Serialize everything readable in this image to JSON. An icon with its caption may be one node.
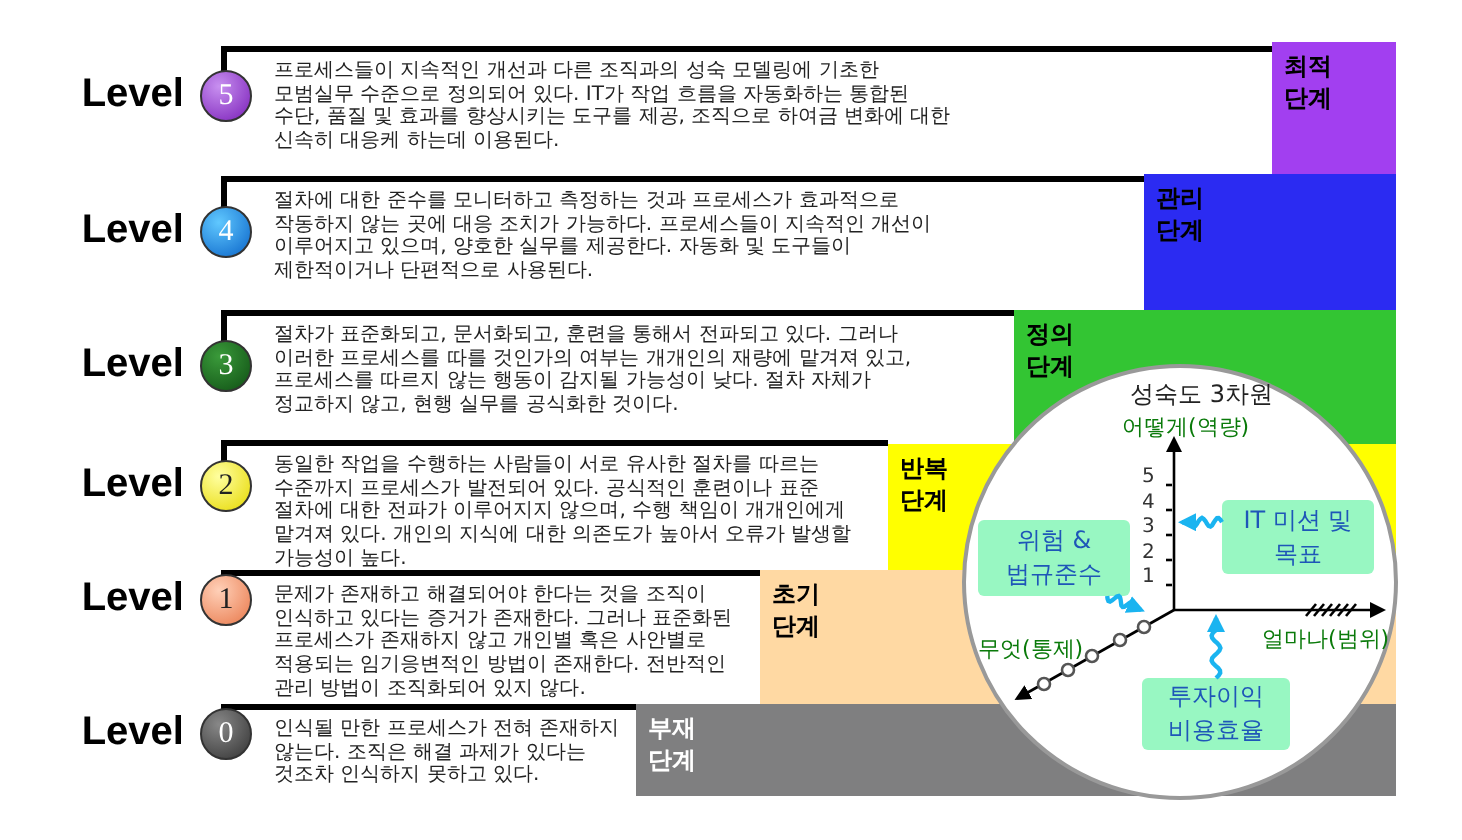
{
  "diagram": {
    "nodes": [
      {
        "text": [
          "5"
        ],
        "beside": [
          "Level"
        ]
      },
      {
        "text": [
          "프로세스들이 지속적인 개선과 다른 조직과의 성숙 모델링에 기초한 모범실무 수준으로 정의되어 있다. IT가 작업 흐름을 자동화하는 통합된 수단, 품질 및 효과를 향상시키는 도구를 제공, 조직으로 하여금 변화에 대한 신속히 대응케 하는데 이용된다."
        ]
      },
      {
        "text": [
          "최적 단계"
        ]
      },
      {
        "text": [
          "4"
        ],
        "beside": [
          "Level"
        ]
      },
      {
        "text": [
          "절차에 대한 준수를 모니터하고 측정하는 것과 프로세스가 효과적으로 작동하지 않는 곳에 대응 조치가 가능하다. 프로세스들이 지속적인 개선이 이루어지고 있으며, 양호한 실무를 제공한다. 자동화 및 도구들이 제한적이거나 단편적으로 사용된다."
        ]
      },
      {
        "text": [
          "관리 단계"
        ]
      },
      {
        "text": [
          "3"
        ],
        "beside": [
          "Level"
        ]
      },
      {
        "text": [
          "절차가 표준화되고, 문서화되고, 훈련을 통해서 전파되고 있다. 그러나 이러한 프로세스를 따를 것인가의 여부는 개개인의 재량에 맡겨져 있고, 프로세스를 따르지 않는 행동이 감지될 가능성이 낮다. 절차 자체가 정교하지 않고, 현행 실무를 공식화한 것이다."
        ]
      },
      {
        "text": [
          "정의 단계"
        ]
      },
      {
        "text": [
          "2"
        ],
        "beside": [
          "Level"
        ]
      },
      {
        "text": [
          "동일한 작업을 수행하는 사람들이 서로 유사한 절차를 따르는 수준까지 프로세스가 발전되어 있다. 공식적인 훈련이나 표준 절차에 대한 전파가 이루어지지 않으며, 수행 책임이 개개인에게 맡겨져 있다. 개인의 지식에 대한 의존도가 높아서 오류가 발생할 가능성이 높다."
        ]
      },
      {
        "text": [
          "반복 단계"
        ]
      },
      {
        "text": [
          "1"
        ],
        "beside": [
          "Level"
        ]
      },
      {
        "text": [
          "문제가 존재하고 해결되어야 한다는 것을 조직이 인식하고 있다는 증거가 존재한다. 그러나 표준화된 프로세스가 존재하지 않고 개인별 혹은 사안별로 적용되는 임기응변적인 방법이 존재한다. 전반적인 관리 방법이 조직화되어 있지 않다."
        ]
      },
      {
        "text": [
          "초기 단계"
        ]
      },
      {
        "text": [
          "0"
        ],
        "beside": [
          "Level"
        ]
      },
      {
        "text": [
          "인식될 만한 프로세스가 전혀 존재하지 않는다. 조직은 해결 과제가 있다는 것조차 인식하지 못하고 있다."
        ]
      },
      {
        "text": [
          "부재 단계"
        ]
      },
      {
        "text": [
          "성숙도 3차원"
        ]
      },
      {
        "text": [
          "IT 미션 및 목표"
        ],
        "in": 18
      },
      {
        "text": [
          "위험 & 법규준수"
        ],
        "in": 18
      },
      {
        "text": [
          "투자이익 비용효율"
        ],
        "in": 18
      },
      {
        "text": [],
        "shape": "line",
        "in": 18
      },
      {
        "text": [],
        "shape": "line",
        "in": 18
      },
      {
        "text": [],
        "shape": "line",
        "in": 18
      }
    ],
    "edges": [
      {
        "from": 19,
        "to": 22,
        "arrow": "to"
      },
      {
        "from": 20,
        "to": 24,
        "arrow": "to"
      },
      {
        "from": 21,
        "to": 23,
        "arrow": "to"
      }
    ],
    "labels": [
      "어떻게(역량)",
      "5",
      "4",
      "3",
      "2",
      "1",
      "얼마나(범위)",
      "무엇(통제)"
    ]
  }
}
